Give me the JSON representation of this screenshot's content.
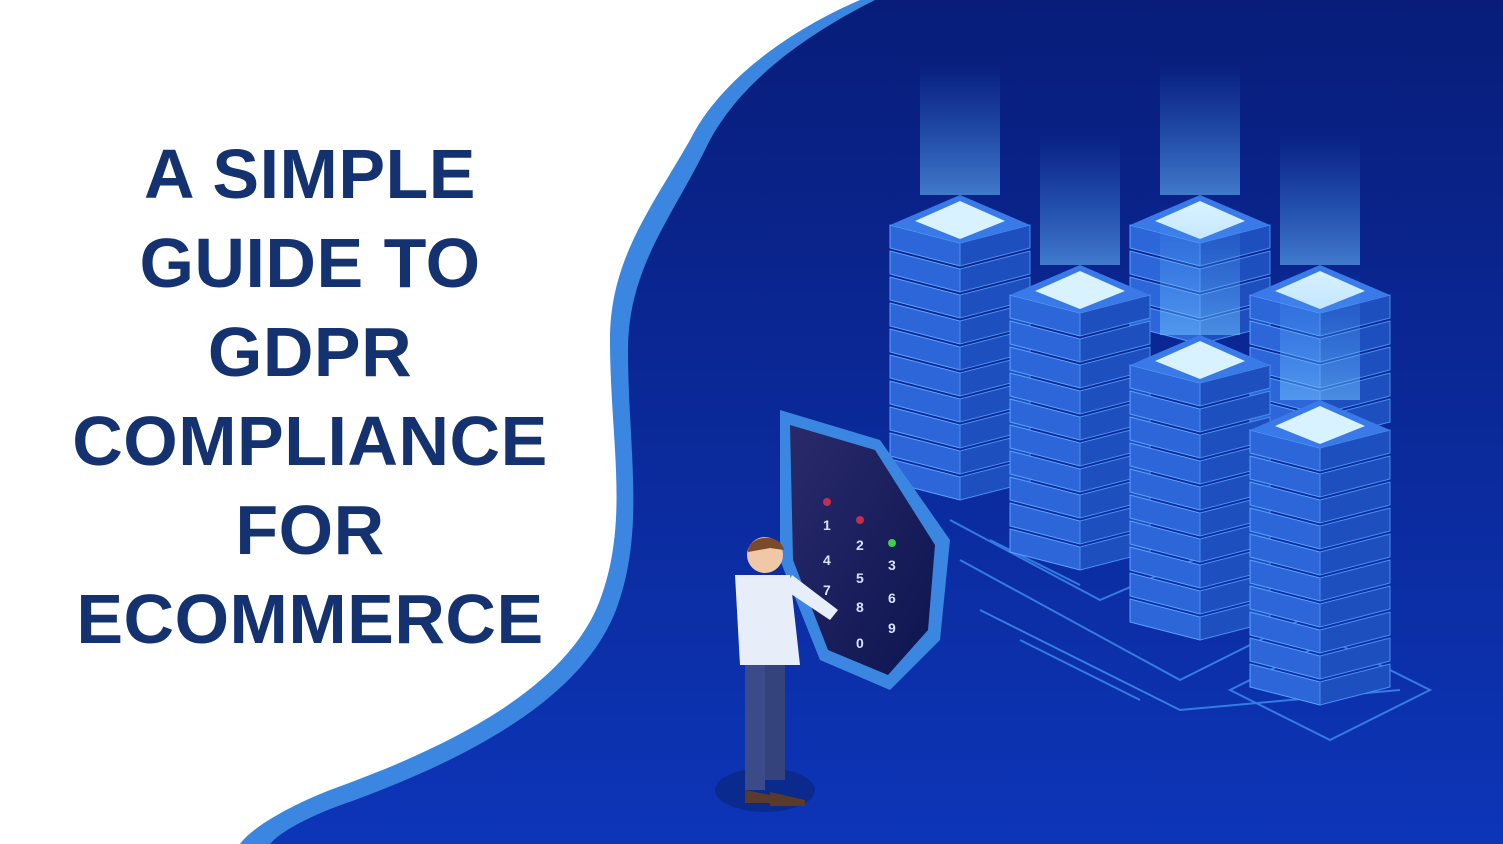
{
  "banner": {
    "title_lines": [
      "A SIMPLE",
      "GUIDE TO",
      "GDPR",
      "COMPLIANCE",
      "FOR",
      "ECOMMERCE"
    ],
    "colors": {
      "title_text": "#143270",
      "background_left": "#ffffff",
      "background_right": "#0b2a9a",
      "wave_edge": "#3b86e0"
    }
  },
  "illustration": {
    "shield_keypad": {
      "keys": [
        "1",
        "2",
        "3",
        "4",
        "5",
        "6",
        "7",
        "8",
        "9",
        "0"
      ],
      "indicators": [
        "red",
        "red",
        "green"
      ]
    },
    "server_racks_count": 6
  }
}
